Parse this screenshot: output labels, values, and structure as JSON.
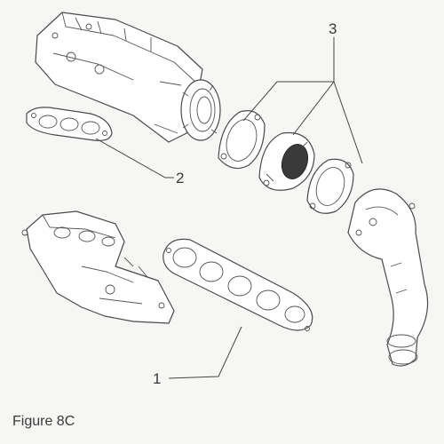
{
  "diagram": {
    "callouts": {
      "gasket_set": "1",
      "manifold_gasket": "2",
      "coupling_gasket_kit": "3"
    }
  },
  "caption": "Figure 8C"
}
